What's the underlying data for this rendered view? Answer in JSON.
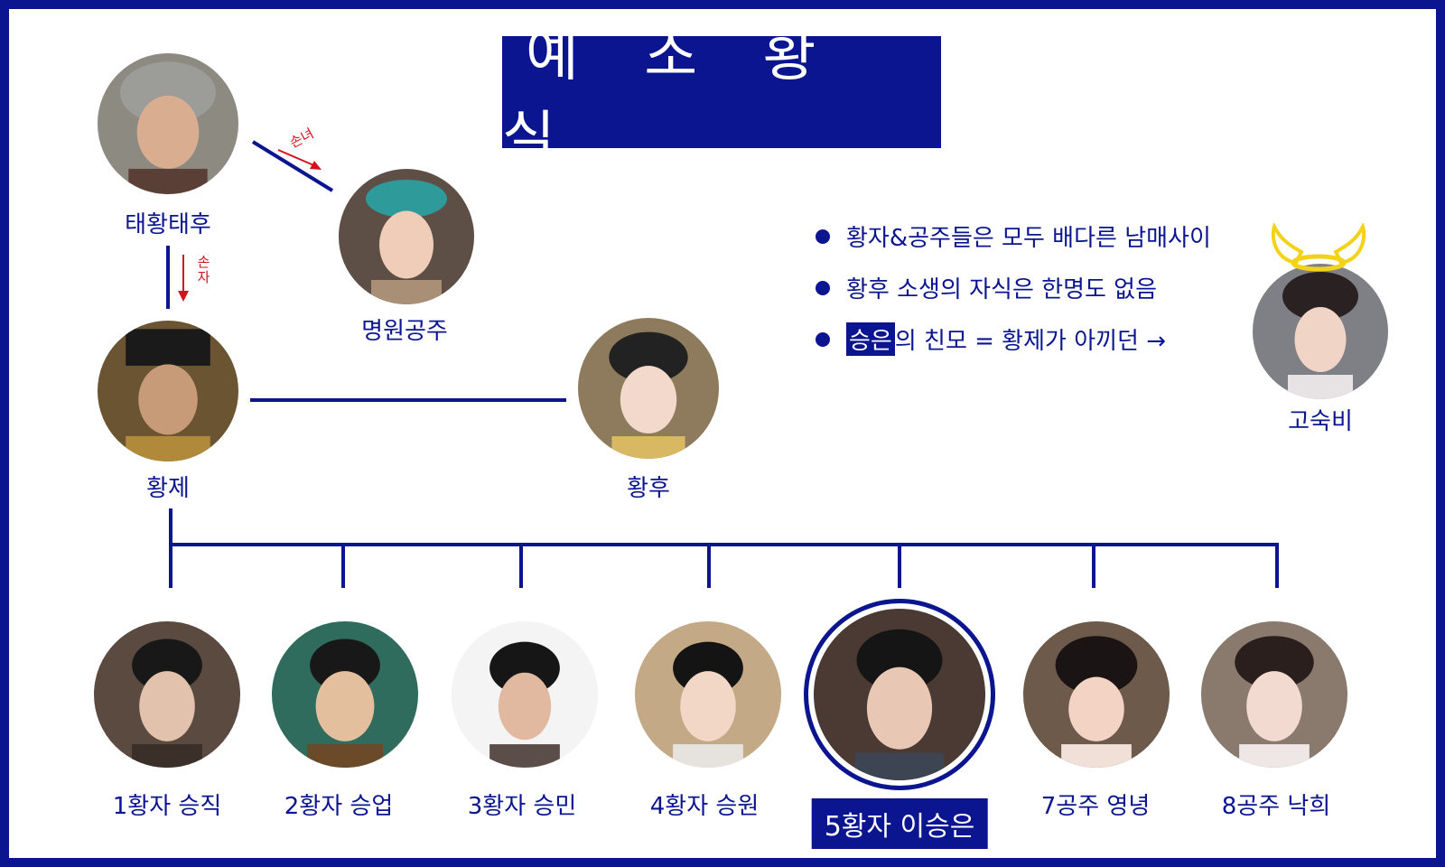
{
  "title": "예 조 황 실",
  "people": {
    "grand_empress_dowager": "태황태후",
    "princess_myeongwon": "명원공주",
    "emperor": "황제",
    "empress": "황후",
    "consort_go": "고숙비",
    "prince1": "1황자 승직",
    "prince2": "2황자 승업",
    "prince3": "3황자 승민",
    "prince4": "4황자 승원",
    "prince5": "5황자 이승은",
    "princess7": "7공주 영녕",
    "princess8": "8공주 낙희"
  },
  "relations": {
    "granddaughter": "손녀",
    "grandson": "손자"
  },
  "notes": {
    "note1": "황자&공주들은 모두 배다른 남매사이",
    "note2": "황후 소생의 자식은 한명도 없음",
    "note3_highlight": "승은",
    "note3_rest": "의 친모 = 황제가 아끼던 →"
  },
  "colors": {
    "primary": "#0b1590",
    "accent_red": "#d4121e",
    "halo": "#f3d21a"
  },
  "icons": {
    "halo": "angel-wings-halo-icon",
    "bullet": "bullet-dot-icon",
    "arrow": "red-arrow-icon"
  }
}
